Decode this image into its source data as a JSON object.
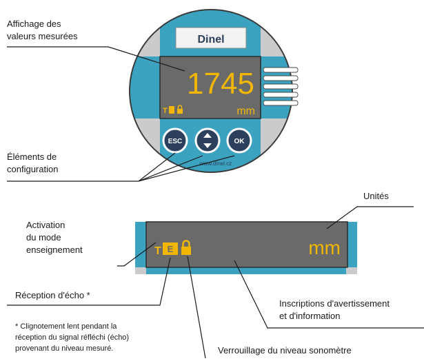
{
  "device": {
    "brand": "Dinel",
    "reading": "1745",
    "unit": "mm",
    "teach_letter": "T",
    "echo_glyph": "E",
    "website": "www.dinel.cz",
    "buttons": {
      "esc": "ESC",
      "ok": "OK"
    }
  },
  "annotations": {
    "display_l1": "Affichage des",
    "display_l2": "valeurs mesurées",
    "config_l1": "Éléments de",
    "config_l2": "configuration",
    "units": "Unités",
    "teach_l1": "Activation",
    "teach_l2": "du mode",
    "teach_l3": "enseignement",
    "echo": "Réception d'écho *",
    "warnings_l1": "Inscriptions d'avertissement",
    "warnings_l2": "et d'information",
    "lock": "Verrouillage du niveau sonomètre"
  },
  "footnote": {
    "l1": "* Clignotement lent pendant la",
    "l2": "réception du signal réfléchi (écho)",
    "l3": "provenant du niveau mesuré."
  },
  "colors": {
    "teal": "#3ba3c0",
    "dark_grey": "#6a6a68",
    "light_grey": "#c9cbcc",
    "yellow": "#f2b705",
    "navy": "#2c3f5c"
  }
}
